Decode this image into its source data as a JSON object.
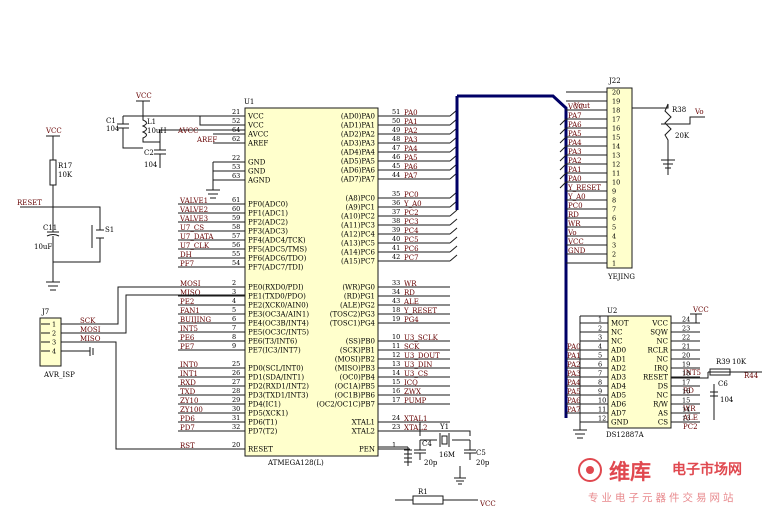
{
  "u1": {
    "ref": "U1",
    "part": "ATMEGA128(L)",
    "left_pins": [
      {
        "num": "21",
        "name": "VCC"
      },
      {
        "num": "52",
        "name": "VCC"
      },
      {
        "num": "64",
        "name": "AVCC"
      },
      {
        "num": "62",
        "name": "AREF"
      },
      {
        "num": "22",
        "name": "GND"
      },
      {
        "num": "53",
        "name": "GND"
      },
      {
        "num": "63",
        "name": "AGND"
      },
      {
        "num": "61",
        "name": "PF0(ADC0)"
      },
      {
        "num": "60",
        "name": "PF1(ADC1)"
      },
      {
        "num": "59",
        "name": "PF2(ADC2)"
      },
      {
        "num": "58",
        "name": "PF3(ADC3)"
      },
      {
        "num": "57",
        "name": "PF4(ADC4/TCK)"
      },
      {
        "num": "56",
        "name": "PF5(ADC5/TMS)"
      },
      {
        "num": "55",
        "name": "PF6(ADC6/TDO)"
      },
      {
        "num": "54",
        "name": "PF7(ADC7/TDI)"
      },
      {
        "num": "2",
        "name": "PE0(RXD0/PDI)"
      },
      {
        "num": "3",
        "name": "PE1(TXD0/PDO)"
      },
      {
        "num": "4",
        "name": "PE2(XCK0/AIN0)"
      },
      {
        "num": "5",
        "name": "PE3(OC3A/AIN1)"
      },
      {
        "num": "6",
        "name": "PE4(OC3B/INT4)"
      },
      {
        "num": "7",
        "name": "PE5(OC3C/INT5)"
      },
      {
        "num": "8",
        "name": "PE6(T3/INT6)"
      },
      {
        "num": "9",
        "name": "PE7(IC3/INT7)"
      },
      {
        "num": "25",
        "name": "PD0(SCL/INT0)"
      },
      {
        "num": "26",
        "name": "PD1(SDA/INT1)"
      },
      {
        "num": "27",
        "name": "PD2(RXD1/INT2)"
      },
      {
        "num": "28",
        "name": "PD3(TXD1/INT3)"
      },
      {
        "num": "29",
        "name": "PD4(IC1)"
      },
      {
        "num": "30",
        "name": "PD5(XCK1)"
      },
      {
        "num": "31",
        "name": "PD6(T1)"
      },
      {
        "num": "32",
        "name": "PD7(T2)"
      },
      {
        "num": "20",
        "name": "RESET"
      }
    ],
    "left_nets": [
      "",
      "",
      "",
      "AREF",
      "",
      "",
      "",
      "VALVE1",
      "VALVE2",
      "VALVE3",
      "U7_CS",
      "U7_DATA",
      "U7_CLK",
      "DH",
      "PF7",
      "MOSI",
      "MISO",
      "PE2",
      "FAN1",
      "BUIJING",
      "INT5",
      "PE6",
      "PE7",
      "INT0",
      "INT1",
      "RXD",
      "TXD",
      "ZY10",
      "ZY100",
      "PD6",
      "PD7",
      "RST"
    ],
    "right_pins": [
      {
        "num": "51",
        "name": "(AD0)PA0",
        "net": "PA0"
      },
      {
        "num": "50",
        "name": "(AD1)PA1",
        "net": "PA1"
      },
      {
        "num": "49",
        "name": "(AD2)PA2",
        "net": "PA2"
      },
      {
        "num": "48",
        "name": "(AD3)PA3",
        "net": "PA3"
      },
      {
        "num": "47",
        "name": "(AD4)PA4",
        "net": "PA4"
      },
      {
        "num": "46",
        "name": "(AD5)PA5",
        "net": "PA5"
      },
      {
        "num": "45",
        "name": "(AD6)PA6",
        "net": "PA6"
      },
      {
        "num": "44",
        "name": "(AD7)PA7",
        "net": "PA7"
      },
      {
        "num": "35",
        "name": "(A8)PC0",
        "net": "PC0"
      },
      {
        "num": "36",
        "name": "(A9)PC1",
        "net": "Y_A0"
      },
      {
        "num": "37",
        "name": "(A10)PC2",
        "net": "PC2"
      },
      {
        "num": "38",
        "name": "(A11)PC3",
        "net": "PC3"
      },
      {
        "num": "39",
        "name": "(A12)PC4",
        "net": "PC4"
      },
      {
        "num": "40",
        "name": "(A13)PC5",
        "net": "PC5"
      },
      {
        "num": "41",
        "name": "(A14)PC6",
        "net": "PC6"
      },
      {
        "num": "42",
        "name": "(A15)PC7",
        "net": "PC7"
      },
      {
        "num": "33",
        "name": "(WR)PG0",
        "net": "WR"
      },
      {
        "num": "34",
        "name": "(RD)PG1",
        "net": "RD"
      },
      {
        "num": "43",
        "name": "(ALE)PG2",
        "net": "ALE"
      },
      {
        "num": "18",
        "name": "(TOSC2)PG3",
        "net": "Y_RESET"
      },
      {
        "num": "19",
        "name": "(TOSC1)PG4",
        "net": "PG4"
      },
      {
        "num": "10",
        "name": "(SS)PB0",
        "net": "U3_SCLK"
      },
      {
        "num": "11",
        "name": "(SCK)PB1",
        "net": "SCK"
      },
      {
        "num": "12",
        "name": "(MOSI)PB2",
        "net": "U3_DOUT"
      },
      {
        "num": "13",
        "name": "(MISO)PB3",
        "net": "U3_DIN"
      },
      {
        "num": "14",
        "name": "(OC0)PB4",
        "net": "U3_CS"
      },
      {
        "num": "15",
        "name": "(OC1A)PB5",
        "net": "ICQ"
      },
      {
        "num": "16",
        "name": "(OC1B)PB6",
        "net": "ZWX"
      },
      {
        "num": "17",
        "name": "(OC2/OC1C)PB7",
        "net": "PUMP"
      },
      {
        "num": "24",
        "name": "XTAL1",
        "net": "XTAL1"
      },
      {
        "num": "23",
        "name": "XTAL2",
        "net": "XTAL2"
      },
      {
        "num": "1",
        "name": "PEN",
        "net": ""
      }
    ]
  },
  "j22": {
    "ref": "J22",
    "part": "YEJING",
    "pins": [
      "20",
      "19",
      "18",
      "17",
      "16",
      "15",
      "14",
      "13",
      "12",
      "11",
      "10",
      "9",
      "8",
      "7",
      "6",
      "5",
      "4",
      "3",
      "2",
      "1"
    ],
    "nets": [
      "",
      "",
      "VCC",
      "PA7",
      "PA6",
      "PA5",
      "PA4",
      "PA3",
      "PA2",
      "PA1",
      "PA0",
      "Y_RESET",
      "Y_A0",
      "PC0",
      "RD",
      "WR",
      "Vo",
      "VCC",
      "GND",
      ""
    ],
    "vout_label": "Vout"
  },
  "u2": {
    "ref": "U2",
    "part": "DS12887A",
    "left_pins": [
      {
        "num": "1",
        "name": "MOT",
        "net": ""
      },
      {
        "num": "2",
        "name": "NC",
        "net": ""
      },
      {
        "num": "3",
        "name": "NC",
        "net": ""
      },
      {
        "num": "4",
        "name": "AD0",
        "net": "PA0"
      },
      {
        "num": "5",
        "name": "AD1",
        "net": "PA1"
      },
      {
        "num": "6",
        "name": "AD2",
        "net": "PA2"
      },
      {
        "num": "7",
        "name": "AD3",
        "net": "PA3"
      },
      {
        "num": "8",
        "name": "AD4",
        "net": "PA4"
      },
      {
        "num": "9",
        "name": "AD5",
        "net": "PA5"
      },
      {
        "num": "10",
        "name": "AD6",
        "net": "PA6"
      },
      {
        "num": "11",
        "name": "AD7",
        "net": "PA7"
      },
      {
        "num": "12",
        "name": "GND",
        "net": ""
      }
    ],
    "right_pins": [
      {
        "num": "24",
        "name": "VCC",
        "net": ""
      },
      {
        "num": "23",
        "name": "SQW",
        "net": ""
      },
      {
        "num": "22",
        "name": "NC",
        "net": ""
      },
      {
        "num": "21",
        "name": "RCLR",
        "net": ""
      },
      {
        "num": "20",
        "name": "NC",
        "net": ""
      },
      {
        "num": "19",
        "name": "IRQ",
        "net": "INT5"
      },
      {
        "num": "18",
        "name": "RESET",
        "net": ""
      },
      {
        "num": "17",
        "name": "DS",
        "net": "RD"
      },
      {
        "num": "16",
        "name": "NC",
        "net": ""
      },
      {
        "num": "15",
        "name": "R/W",
        "net": "WR"
      },
      {
        "num": "14",
        "name": "AS",
        "net": "ALE"
      },
      {
        "num": "13",
        "name": "CS",
        "net": "PC2"
      }
    ]
  },
  "j7": {
    "ref": "J7",
    "part": "AVR_ISP",
    "pins": [
      "1",
      "2",
      "3",
      "4"
    ],
    "nets": [
      "SCK",
      "MOSI",
      "MISO",
      ""
    ]
  },
  "power": {
    "vcc": "VCC"
  },
  "components": {
    "c1": {
      "ref": "C1",
      "value": "104"
    },
    "l1": {
      "ref": "L1",
      "value": "10uH"
    },
    "c2": {
      "ref": "C2",
      "value": "104"
    },
    "r17": {
      "ref": "R17",
      "value": "10K"
    },
    "c11": {
      "ref": "C11",
      "value": "10uF"
    },
    "s1": {
      "ref": "S1"
    },
    "r38": {
      "ref": "R38",
      "value": "20K"
    },
    "r39": {
      "ref": "R39",
      "value": "10K"
    },
    "r44": {
      "ref": "R44"
    },
    "c6": {
      "ref": "C6",
      "value": "104"
    },
    "c4": {
      "ref": "C4",
      "value": "20p"
    },
    "c5": {
      "ref": "C5",
      "value": "20p"
    },
    "y1": {
      "ref": "Y1",
      "value": "16M"
    },
    "r1": {
      "ref": "R1"
    }
  },
  "nets": {
    "reset": "RESET",
    "aref": "AREF",
    "avcc": "AVCC",
    "vo": "Vo",
    "int5": "INT5",
    "xtal1": "XTAL1",
    "xtal2": "XTAL2"
  },
  "watermark": {
    "brand": "维库",
    "site": "电子市场网",
    "tagline": "专业电子元器件交易网站"
  }
}
